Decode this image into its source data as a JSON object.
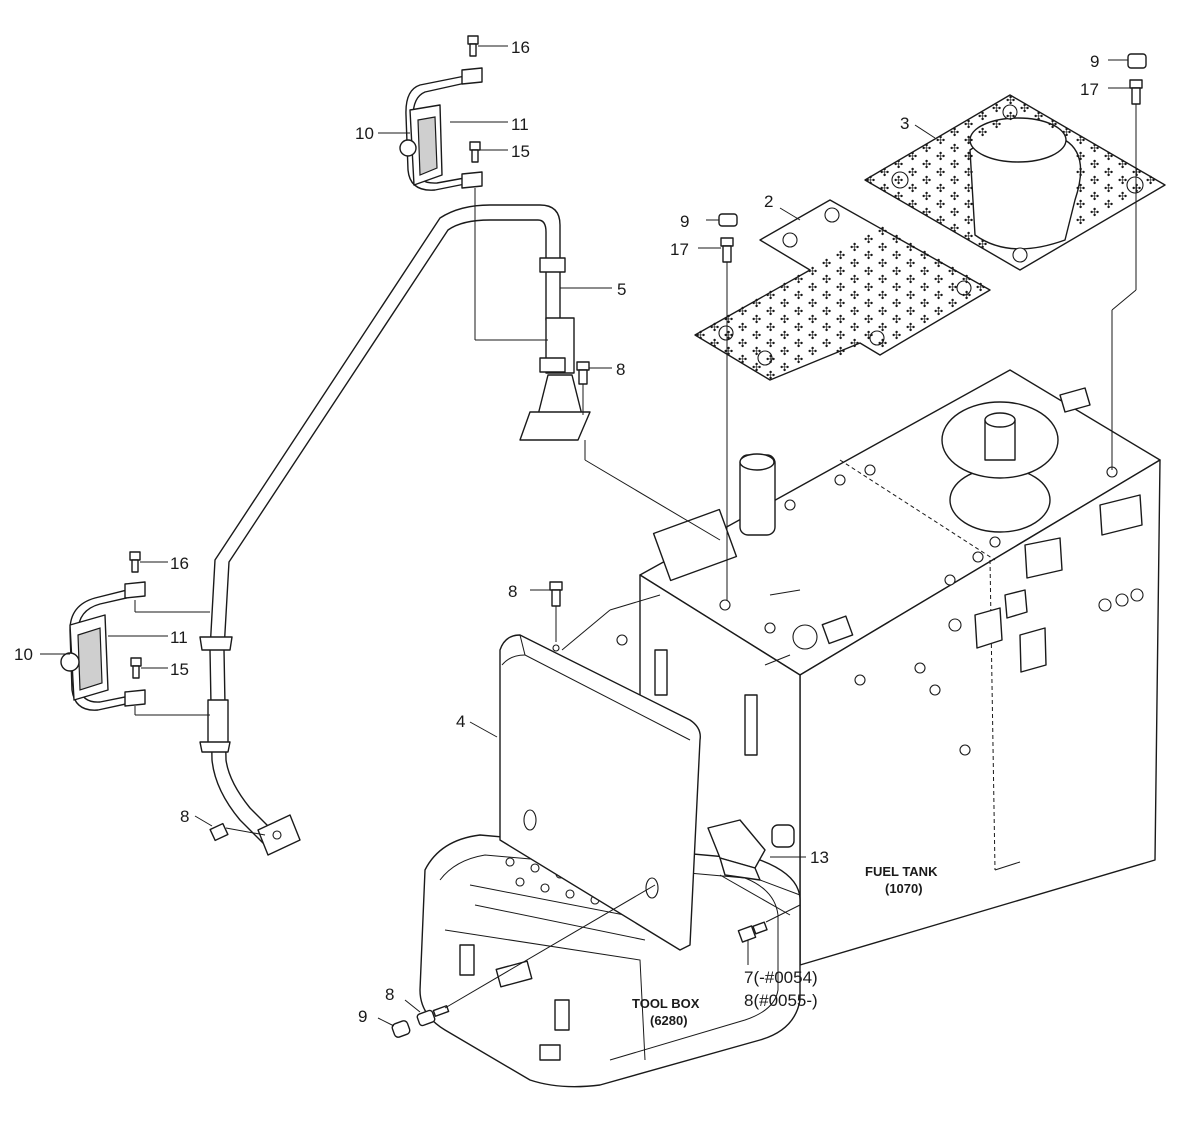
{
  "callouts": {
    "c16_top": "16",
    "c11_top": "11",
    "c10_top": "10",
    "c15_top": "15",
    "c5": "5",
    "c8_stand": "8",
    "c9_mid": "9",
    "c17_mid": "17",
    "c2": "2",
    "c3": "3",
    "c9_right": "9",
    "c17_right": "17",
    "c16_left": "16",
    "c11_left": "11",
    "c10_left": "10",
    "c15_left": "15",
    "c8_panel": "8",
    "c4": "4",
    "c8_arm": "8",
    "c13": "13",
    "c7": "7(-#0054)",
    "c8_serial": "8(#0055-)",
    "c8_bottom": "8",
    "c9_bottom": "9"
  },
  "labels": {
    "fuel_tank": "FUEL TANK",
    "fuel_tank_code": "(1070)",
    "tool_box": "TOOL BOX",
    "tool_box_code": "(6280)"
  },
  "plate_mark": "✣"
}
